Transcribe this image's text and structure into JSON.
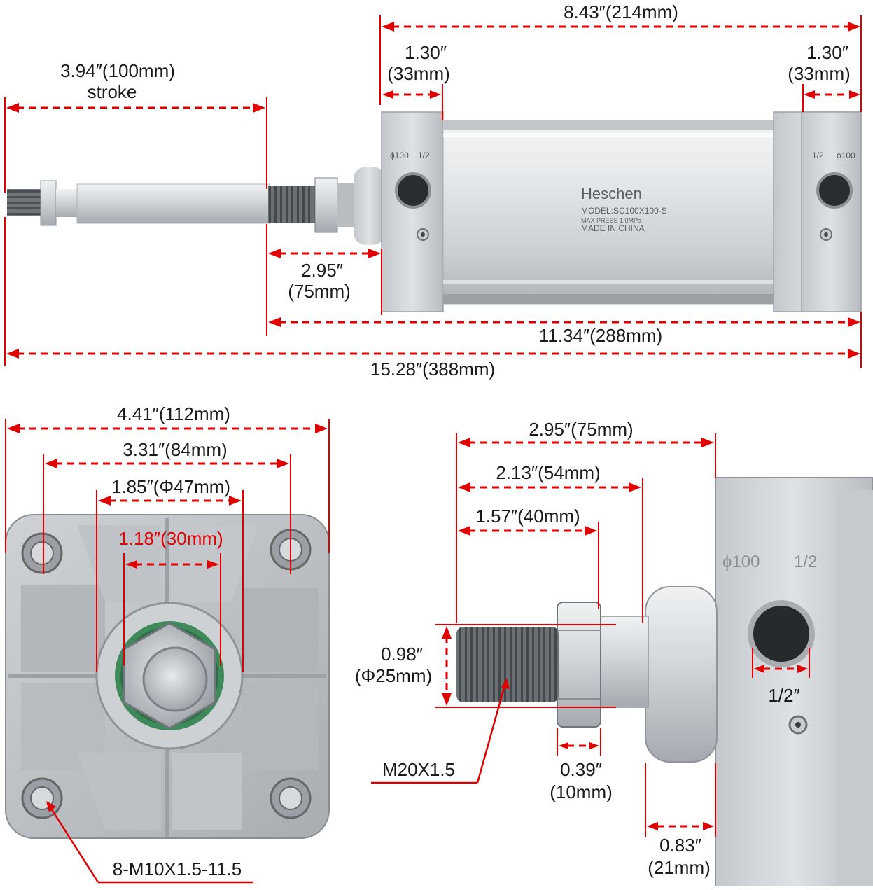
{
  "top_view": {
    "overall_top": "8.43″(214mm)",
    "left_cap_line1": "1.30″",
    "left_cap_line2": "(33mm)",
    "right_cap_line1": "1.30″",
    "right_cap_line2": "(33mm)",
    "stroke_line1": "3.94″(100mm)",
    "stroke_line2": "stroke",
    "rod_ext_line1": "2.95″",
    "rod_ext_line2": "(75mm)",
    "overall_body": "11.34″(288mm)",
    "overall_total": "15.28″(388mm)",
    "port_size_left": "1/2",
    "port_mark_left": "ϕ100",
    "port_size_right": "1/2",
    "port_mark_right": "ϕ100",
    "brand": "Heschen",
    "model": "MODEL:SC100X100-S",
    "pressure": "MAX PRESS 1.0MPa",
    "origin": "MADE IN CHINA"
  },
  "end_view": {
    "width_outer": "4.41″(112mm)",
    "bolt_spacing": "3.31″(84mm)",
    "boss_dia": "1.85″(Φ47mm)",
    "rod_dia": "1.18″(30mm)",
    "bolt_thread": "8-M10X1.5-11.5"
  },
  "detail_view": {
    "rod_total": "2.95″(75mm)",
    "to_nut": "2.13″(54mm)",
    "thread_len": "1.57″(40mm)",
    "thread_dia_line1": "0.98″",
    "thread_dia_line2": "(Φ25mm)",
    "thread_spec": "M20X1.5",
    "nut_thk_line1": "0.39″",
    "nut_thk_line2": "(10mm)",
    "boss_len_line1": "0.83″",
    "boss_len_line2": "(21mm)",
    "port": "1/2″",
    "port_mark": "ϕ100",
    "port_size": "1/2"
  },
  "colors": {
    "dimension": "#e00000",
    "text": "#1a1a1a",
    "aluminum": "#d6d9dc",
    "aluminum_dark": "#9ea3a8"
  }
}
